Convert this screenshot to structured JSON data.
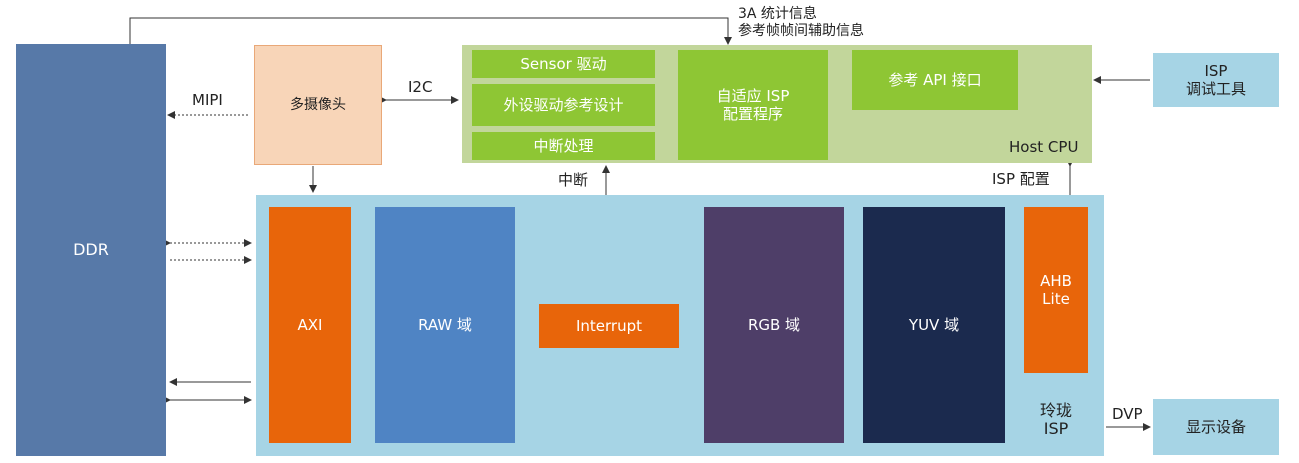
{
  "blocks": {
    "ddr": "DDR",
    "camera": "多摄像头",
    "host_cpu": "Host CPU",
    "sensor_driver": "Sensor 驱动",
    "peripheral_driver": "外设驱动参考设计",
    "interrupt_handling": "中断处理",
    "adaptive_isp": "自适应 ISP\n配置程序",
    "ref_api": "参考 API 接口",
    "isp_tool": "ISP\n调试工具",
    "axi": "AXI",
    "raw": "RAW 域",
    "interrupt": "Interrupt",
    "rgb": "RGB 域",
    "yuv": "YUV 域",
    "ahb": "AHB\nLite",
    "isp_name": "玲珑\nISP",
    "display": "显示设备"
  },
  "labels": {
    "mipi": "MIPI",
    "i2c": "I2C",
    "interrupt_signal": "中断",
    "stats": "3A 统计信息\n参考帧帧间辅助信息",
    "isp_config": "ISP 配置",
    "dvp": "DVP"
  },
  "colors": {
    "ddr": "#5779a8",
    "host_bg": "#c2d69b",
    "host_green": "#8ec634",
    "isp_bg": "#a6d4e5",
    "orange": "#e8650a",
    "raw": "#4f84c4",
    "rgb": "#4e3e68",
    "yuv": "#1b2a4e",
    "camera": "#f8d5b8"
  }
}
